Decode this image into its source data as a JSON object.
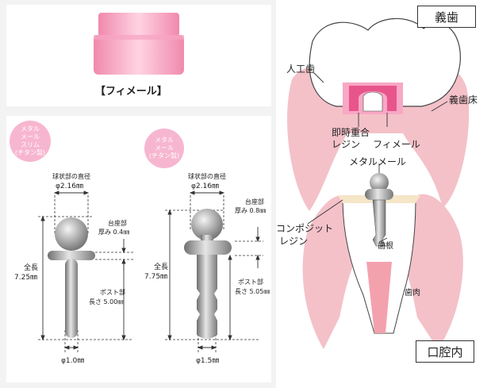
{
  "female_part": {
    "caption": "【フィメール】"
  },
  "slim": {
    "badge": [
      "メタル",
      "メール",
      "スリム"
    ],
    "material": "(チタン製)",
    "ball_diameter_label": "球状部の直径",
    "ball_diameter": "φ2.16㎜",
    "seat_label_1": "台座部",
    "seat_label_2": "厚み 0.4㎜",
    "length_label": "全長",
    "length": "7.25㎜",
    "post_label_1": "ポスト部",
    "post_label_2": "長さ 5.00㎜",
    "post_diameter": "φ1.0㎜"
  },
  "standard": {
    "badge": [
      "メタル",
      "メール"
    ],
    "material": "(チタン製)",
    "ball_diameter_label": "球状部の直径",
    "ball_diameter": "φ2.16㎜",
    "seat_label_1": "台座部",
    "seat_label_2": "厚み 0.8㎜",
    "length_label": "全長",
    "length": "7.75㎜",
    "post_label_1": "ポスト部",
    "post_label_2": "長さ 5.05㎜",
    "post_diameter": "φ1.5㎜"
  },
  "diagram": {
    "title": "義歯",
    "artificial_tooth": "人工歯",
    "denture_base": "義歯床",
    "resin_1": "即時重合",
    "resin_2": "レジン",
    "female": "フィメール",
    "metal_male": "メタルメール",
    "composite_1": "コンポジット",
    "composite_2": "レジン",
    "root": "歯根",
    "gum": "歯肉",
    "footer": "口腔内"
  },
  "colors": {
    "pink": "#f7b6cf",
    "gum": "#f4c1c9",
    "deep_pink": "#e8558a",
    "metal": "#a9a9a9"
  }
}
